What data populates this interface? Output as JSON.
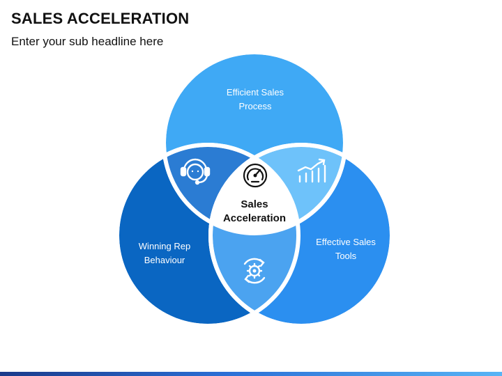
{
  "header": {
    "title": "SALES ACCELERATION",
    "subtitle": "Enter your sub headline here"
  },
  "diagram": {
    "top": {
      "line1": "Efficient Sales",
      "line2": "Process"
    },
    "left": {
      "line1": "Winning Rep",
      "line2": "Behaviour"
    },
    "right": {
      "line1": "Effective Sales",
      "line2": "Tools"
    },
    "center": {
      "line1": "Sales",
      "line2": "Acceleration"
    },
    "icons": {
      "top_left": "headset-icon",
      "top_right": "growth-chart-icon",
      "bottom": "gear-cycle-icon",
      "center": "speedometer-icon"
    }
  },
  "colors": {
    "top_circle": "#3fa9f5",
    "left_circle": "#0a66c2",
    "right_circle": "#2b8ff0",
    "overlap_top_left": "#2b7cd3",
    "overlap_top_right": "#6ec2fa",
    "overlap_bottom": "#4ba3f0",
    "center": "#ffffff"
  }
}
